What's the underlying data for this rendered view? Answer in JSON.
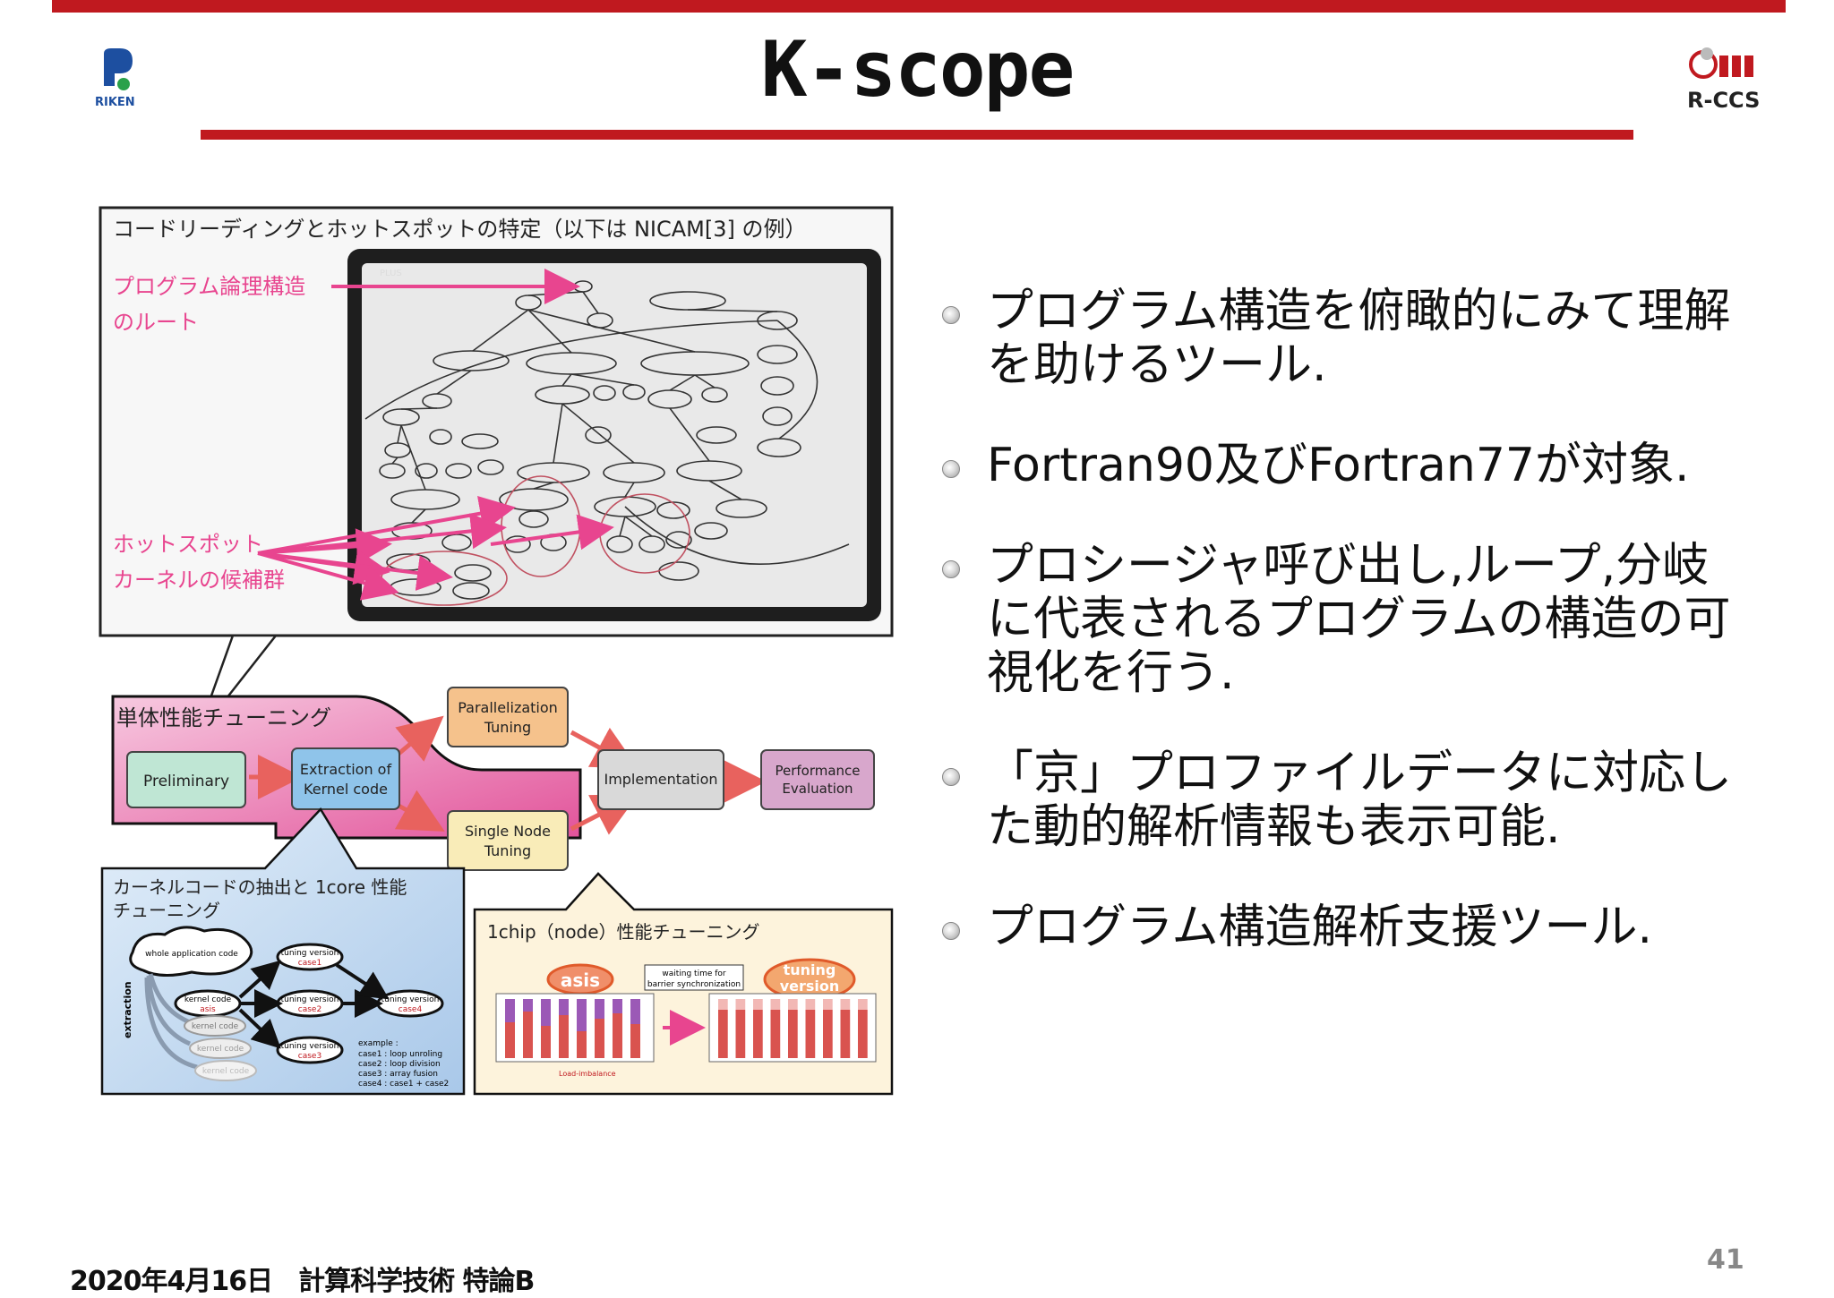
{
  "slide": {
    "title": "K-scope",
    "page_number": "41",
    "footer": "2020年4月16日　計算科学技術 特論B",
    "logo_left_text": "RIKEN",
    "logo_right_text": "R-CCS"
  },
  "bullets": [
    "プログラム構造を俯瞰的にみて理解を助けるツール.",
    "Fortran90及びFortran77が対象.",
    "プロシージャ呼び出し,ループ,分岐に代表されるプログラムの構造の可視化を行う.",
    "「京」プロファイルデータに対応した動的解析情報も表示可能.",
    "プログラム構造解析支援ツール."
  ],
  "figure": {
    "photo_caption": "コードリーディングとホットスポットの特定（以下は NICAM[3] の例）",
    "annot_root_1": "プログラム論理構造",
    "annot_root_2": "のルート",
    "annot_hot_1": "ホットスポット",
    "annot_hot_2": "カーネルの候補群",
    "whiteboard_brand": "PLUS",
    "flow_label": "単体性能チューニング",
    "box_preliminary": "Preliminary",
    "box_extraction_1": "Extraction of",
    "box_extraction_2": "Kernel code",
    "box_parallel_1": "Parallelization",
    "box_parallel_2": "Tuning",
    "box_single_1": "Single Node",
    "box_single_2": "Tuning",
    "box_impl": "Implementation",
    "box_perf_1": "Performance",
    "box_perf_2": "Evaluation",
    "kernel_caption_1": "カーネルコードの抽出と 1core 性能",
    "kernel_caption_2": "チューニング",
    "chip_caption": "1chip（node）性能チューニング",
    "kn_whole": "whole application code",
    "kn_extraction": "extraction",
    "kn_kernel": "kernel code",
    "kn_asis": "asis",
    "kn_tv_case1": "tuning version",
    "kn_case1": "case1",
    "kn_case2": "case2",
    "kn_case3": "case3",
    "kn_case4": "case4",
    "kn_example": "example :",
    "kn_ex1": "case1 : loop unroling",
    "kn_ex2": "case2 : loop division",
    "kn_ex3": "case3 : array fusion",
    "kn_ex4": "case4 : case1 + case2",
    "chip_asis": "asis",
    "chip_tuning_1": "tuning",
    "chip_tuning_2": "version",
    "chip_wait_1": "waiting time for",
    "chip_wait_2": "barrier synchronization",
    "chip_imbalance": "Load-imbalance"
  },
  "colors": {
    "accent_red": "#c0191f",
    "pink": "#e8458f",
    "flow_arrow": "#e8625e"
  }
}
